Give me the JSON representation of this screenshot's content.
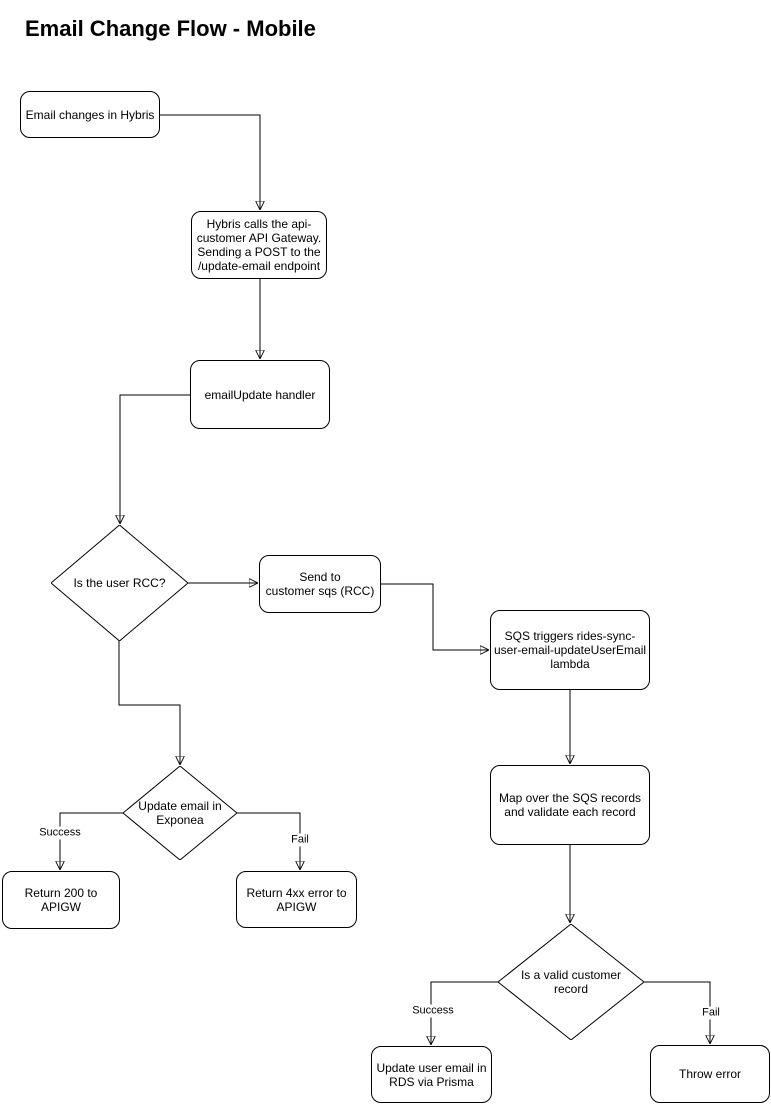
{
  "title": "Email Change Flow - Mobile",
  "colors": {
    "background": "#ffffff",
    "stroke": "#000000",
    "node_fill": "#ffffff",
    "text": "#000000"
  },
  "nodes": {
    "email_changes": {
      "label": "Email changes in Hybris",
      "shape": "rounded-rect"
    },
    "hybris_calls": {
      "label": "Hybris calls the api-\ncustomer API Gateway.\nSending a POST to the\n/update-email endpoint",
      "shape": "rounded-rect"
    },
    "email_update_handler": {
      "label": "emailUpdate handler",
      "shape": "rounded-rect"
    },
    "is_user_rcc": {
      "label": "Is the user RCC?",
      "shape": "diamond"
    },
    "send_to_sqs": {
      "label": "Send to\ncustomer sqs (RCC)",
      "shape": "rounded-rect"
    },
    "sqs_lambda": {
      "label": "SQS triggers rides-sync-\nuser-email-updateUserEmail\nlambda",
      "shape": "rounded-rect"
    },
    "map_records": {
      "label": "Map over the SQS records\nand validate each record",
      "shape": "rounded-rect"
    },
    "valid_record": {
      "label": "Is a valid customer\nrecord",
      "shape": "diamond"
    },
    "update_rds": {
      "label": "Update user email in\nRDS via Prisma",
      "shape": "rounded-rect"
    },
    "throw_error": {
      "label": "Throw error",
      "shape": "rounded-rect"
    },
    "update_exponea": {
      "label": "Update email in\nExponea",
      "shape": "diamond"
    },
    "return_200": {
      "label": "Return 200 to\nAPIGW",
      "shape": "rounded-rect"
    },
    "return_4xx": {
      "label": "Return 4xx error to\nAPIGW",
      "shape": "rounded-rect"
    }
  },
  "edge_labels": {
    "exponea_success": "Success",
    "exponea_fail": "Fail",
    "valid_success": "Success",
    "valid_fail": "Fail"
  }
}
